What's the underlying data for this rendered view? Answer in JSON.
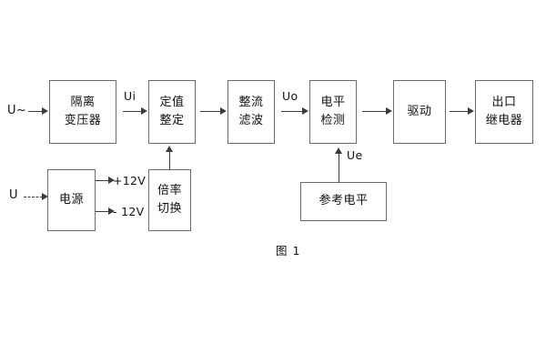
{
  "diagram": {
    "caption": "图 1",
    "blocks": [
      {
        "id": "isolation-transformer",
        "lines": [
          "隔离",
          "变压器"
        ]
      },
      {
        "id": "setting-value",
        "lines": [
          "定值",
          "整定"
        ]
      },
      {
        "id": "rectify-filter",
        "lines": [
          "整流",
          "滤波"
        ]
      },
      {
        "id": "level-detection",
        "lines": [
          "电平",
          "检测"
        ]
      },
      {
        "id": "drive",
        "lines": [
          "驱动"
        ]
      },
      {
        "id": "output-relay",
        "lines": [
          "出口",
          "继电器"
        ]
      },
      {
        "id": "power-supply",
        "lines": [
          "电源"
        ]
      },
      {
        "id": "multiplier-switch",
        "lines": [
          "倍率",
          "切换"
        ]
      },
      {
        "id": "reference-level",
        "lines": [
          "参考电平"
        ]
      }
    ],
    "signals": {
      "ac_input": "U~",
      "dc_input": "U",
      "ui": "Ui",
      "uo": "Uo",
      "ue": "Ue",
      "pos12v": "+12V",
      "neg12v": "- 12V"
    },
    "colors": {
      "background": "#ffffff",
      "block_border": "#6b6b6b",
      "text": "#111111",
      "connector": "#3a3a3a"
    }
  }
}
